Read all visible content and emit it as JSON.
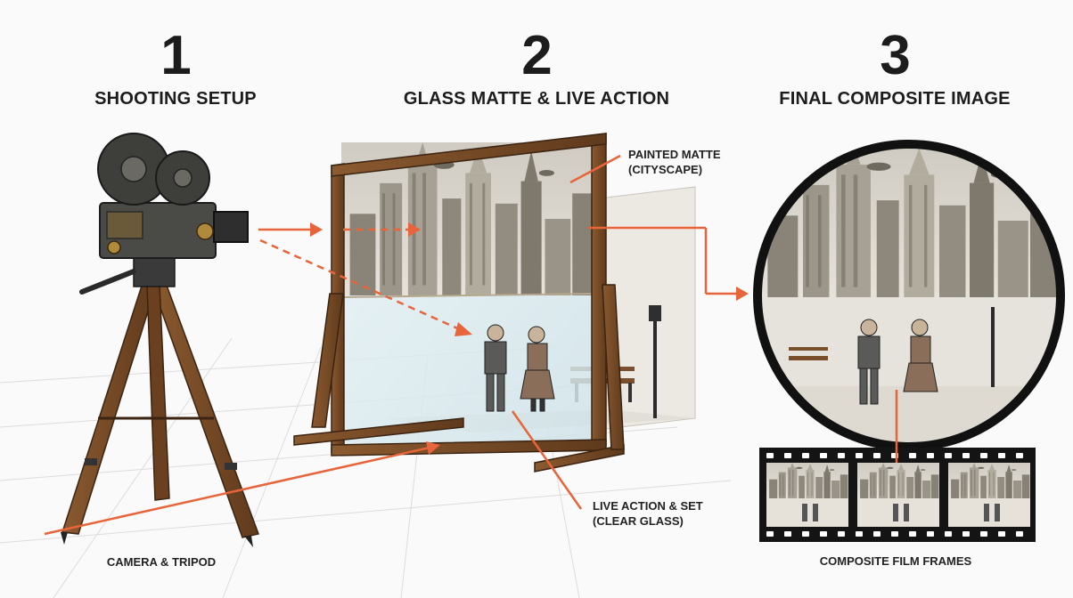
{
  "steps": [
    {
      "number": "1",
      "title": "SHOOTING SETUP"
    },
    {
      "number": "2",
      "title": "GLASS MATTE & LIVE ACTION"
    },
    {
      "number": "3",
      "title": "FINAL COMPOSITE IMAGE"
    }
  ],
  "labels": {
    "camera": "CAMERA & TRIPOD",
    "painted_matte": [
      "PAINTED MATTE",
      "(CITYSCAPE)"
    ],
    "live_action": [
      "LIVE ACTION & SET",
      "(CLEAR GLASS)"
    ],
    "film": "COMPOSITE FILM FRAMES"
  },
  "colors": {
    "accent": "#e8643a",
    "wood": "#7a4a26",
    "ink": "#1c1c1c"
  }
}
